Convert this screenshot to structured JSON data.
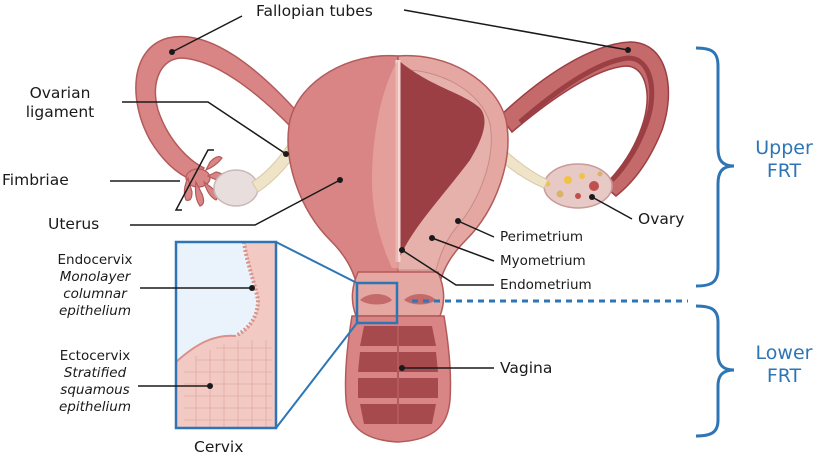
{
  "labels": {
    "fallopian_tubes": "Fallopian tubes",
    "ovarian_ligament_1": "Ovarian",
    "ovarian_ligament_2": "ligament",
    "fimbriae": "Fimbriae",
    "uterus": "Uterus",
    "ovary": "Ovary",
    "perimetrium": "Perimetrium",
    "myometrium": "Myometrium",
    "endometrium": "Endometrium",
    "vagina": "Vagina",
    "cervix": "Cervix"
  },
  "endocervix": {
    "title": "Endocervix",
    "line1": "Monolayer",
    "line2": "columnar",
    "line3": "epithelium"
  },
  "ectocervix": {
    "title": "Ectocervix",
    "line1": "Stratified",
    "line2": "squamous",
    "line3": "epithelium"
  },
  "regions": {
    "upper_1": "Upper",
    "upper_2": "FRT",
    "lower_1": "Lower",
    "lower_2": "FRT"
  },
  "colors": {
    "accent_blue": "#2e75b6",
    "tissue_outer": "#d98585",
    "tissue_dark": "#b35a5a",
    "cavity": "#9c3f44",
    "ligament": "#efe3c8"
  }
}
